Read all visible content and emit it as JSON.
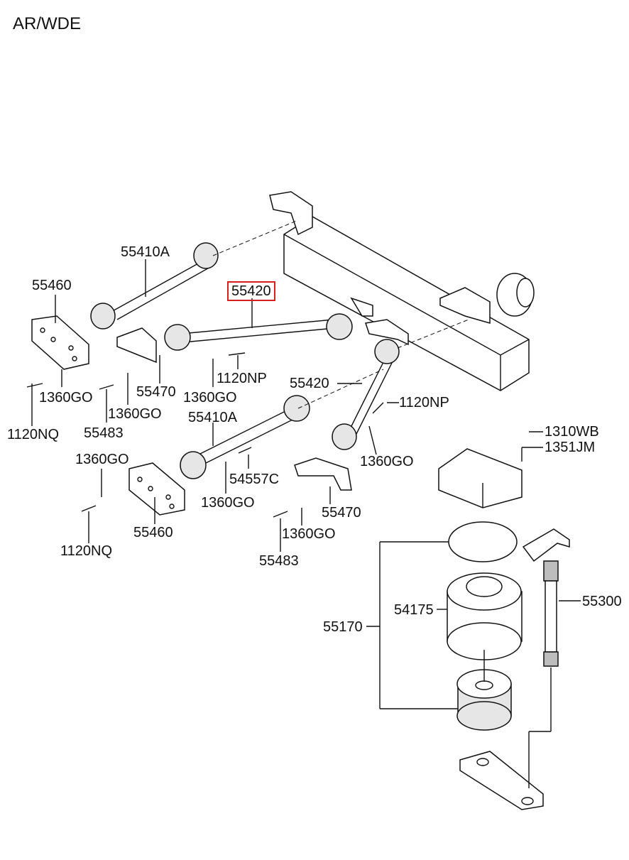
{
  "title": "AR/WDE",
  "highlight_color": "#d62020",
  "labels": {
    "p55410A_top": "55410A",
    "p55460_top": "55460",
    "p55420_top": "55420",
    "p1120NP_top": "1120NP",
    "p55470_top": "55470",
    "p1360GO_a": "1360GO",
    "p1360GO_b": "1360GO",
    "p1360GO_c": "1360GO",
    "p55420_mid": "55420",
    "p1120NP_mid": "1120NP",
    "p1120NQ_top": "1120NQ",
    "p55483_top": "55483",
    "p55410A_bot": "55410A",
    "p1310WB": "1310WB",
    "p1351JM": "1351JM",
    "p1360GO_d": "1360GO",
    "p1360GO_e": "1360GO",
    "p54557C": "54557C",
    "p1360GO_f": "1360GO",
    "p55470_bot": "55470",
    "p55460_bot": "55460",
    "p1360GO_g": "1360GO",
    "p1120NQ_bot": "1120NQ",
    "p55483_bot": "55483",
    "p54175": "54175",
    "p55170": "55170",
    "p55300": "55300"
  }
}
